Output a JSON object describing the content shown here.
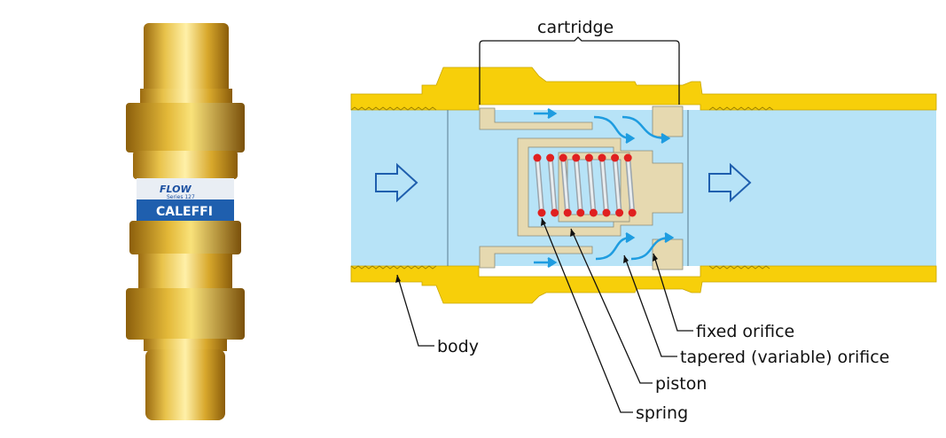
{
  "product_photo": {
    "brand_line": "FLOW",
    "series_text": "Series 127",
    "manufacturer": "CALEFFI"
  },
  "diagram": {
    "title_label": "cartridge",
    "labels": {
      "body": "body",
      "fixed_orifice": "fixed orifice",
      "tapered_orifice": "tapered (variable) orifice",
      "piston": "piston",
      "spring": "spring"
    },
    "flow_direction": "left-to-right",
    "spring_coils": 8
  },
  "colors": {
    "brass": "#d9a92e",
    "body_yellow": "#f7cf0a",
    "water": "#b7e3f7",
    "cartridge": "#e6d9b0",
    "flow_arrow": "#1e9ce0",
    "spring_dot": "#e02020",
    "label_blue": "#1f5fae"
  }
}
